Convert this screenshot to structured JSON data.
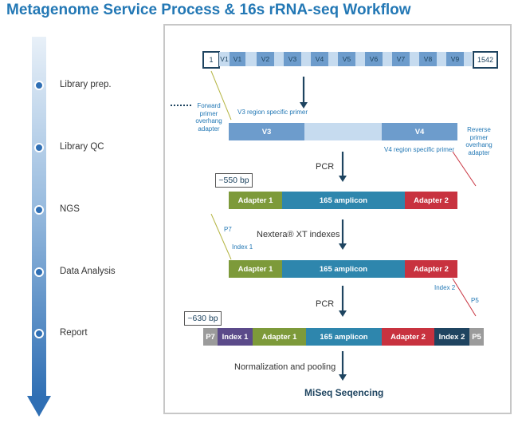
{
  "title": "Metagenome Service Process & 16s rRNA-seq Workflow",
  "stages": [
    "Library prep.",
    "Library QC",
    "NGS",
    "Data Analysis",
    "Report"
  ],
  "gene": {
    "start": "1",
    "end": "1542",
    "regions": [
      "V1",
      "V2",
      "V3",
      "V4",
      "V5",
      "V6",
      "V7",
      "V8",
      "V9"
    ]
  },
  "primers": {
    "forward_adapter": [
      "Forward",
      "primer",
      "overhang",
      "adapter"
    ],
    "v3_primer": "V3 region specific primer",
    "v3": "V3",
    "v4": "V4",
    "v4_primer": "V4 region specific primer",
    "reverse_adapter": [
      "Reverse",
      "primer",
      "overhang",
      "adapter"
    ]
  },
  "pcr1": {
    "label": "PCR",
    "size": "~550 bp",
    "adapter1": "Adapter 1",
    "amplicon": "165 amplicon",
    "adapter2": "Adapter 2"
  },
  "indexing": {
    "label": "Nextera® XT indexes",
    "p7": "P7",
    "index1": "Index 1",
    "index2": "Index 2",
    "p5": "P5",
    "adapter1": "Adapter 1",
    "amplicon": "165 amplicon",
    "adapter2": "Adapter 2"
  },
  "pcr2": {
    "label": "PCR",
    "size": "~630 bp",
    "p7": "P7",
    "index1": "Index 1",
    "adapter1": "Adapter 1",
    "amplicon": "165 amplicon",
    "adapter2": "Adapter 2",
    "index2": "Index 2",
    "p5": "P5"
  },
  "normalization": "Normalization and pooling",
  "sequencing": "MiSeq Seqencing",
  "colors": {
    "title": "#2378b5",
    "adapter1": "#7d9a3a",
    "amplicon": "#2e86ad",
    "adapter2": "#c8323f",
    "index1": "#5b4a8a",
    "index2": "#1f4460",
    "tag": "#9b9b9b",
    "region_light": "#c6dbef",
    "region_mid": "#6d9ccc",
    "arrow": "#1e4460"
  }
}
